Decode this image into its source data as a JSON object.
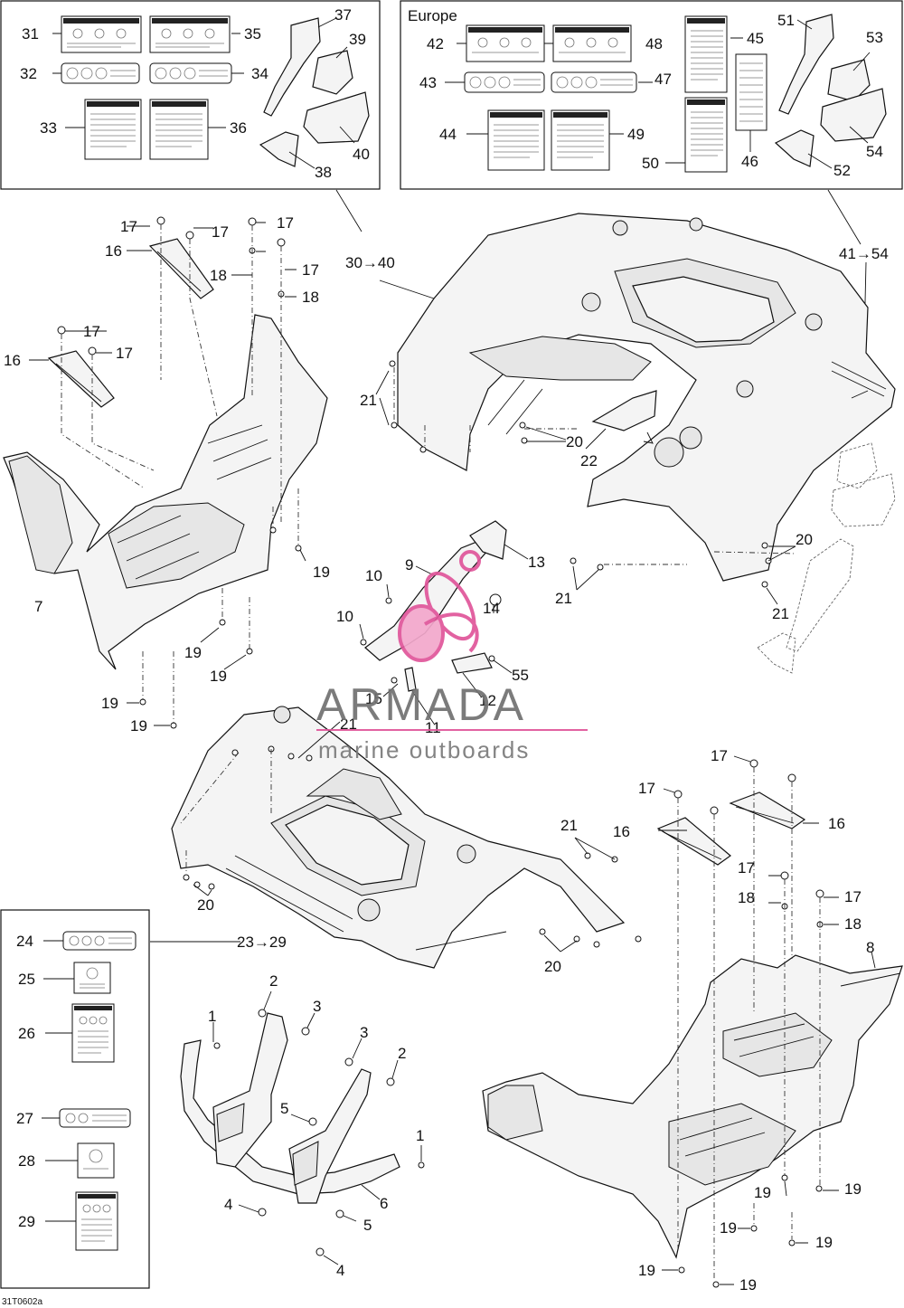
{
  "region_label": "Europe",
  "kit_refs": {
    "front_decals": "30→40",
    "europe_decals": "41→54",
    "rear_decals": "23→29"
  },
  "watermark": {
    "brand": "ARMADA",
    "tagline": "marine outboards"
  },
  "diagram_ref": "31T0602a",
  "callouts": {
    "n1": "1",
    "n2": "2",
    "n3": "3",
    "n4": "4",
    "n5": "5",
    "n6": "6",
    "n7": "7",
    "n8": "8",
    "n9": "9",
    "n10": "10",
    "n11": "11",
    "n12": "12",
    "n13": "13",
    "n14": "14",
    "n15": "15",
    "n16": "16",
    "n17": "17",
    "n18": "18",
    "n19": "19",
    "n20": "20",
    "n21": "21",
    "n22": "22",
    "n24": "24",
    "n25": "25",
    "n26": "26",
    "n27": "27",
    "n28": "28",
    "n29": "29",
    "n31": "31",
    "n32": "32",
    "n33": "33",
    "n34": "34",
    "n35": "35",
    "n36": "36",
    "n37": "37",
    "n38": "38",
    "n39": "39",
    "n40": "40",
    "n42": "42",
    "n43": "43",
    "n44": "44",
    "n45": "45",
    "n46": "46",
    "n47": "47",
    "n48": "48",
    "n49": "49",
    "n50": "50",
    "n51": "51",
    "n52": "52",
    "n53": "53",
    "n54": "54",
    "n55": "55"
  },
  "colors": {
    "line": "#111111",
    "watermark_text": "#707070",
    "watermark_accent": "#e0559a",
    "watermark_accent_light": "#f3a8cc"
  }
}
